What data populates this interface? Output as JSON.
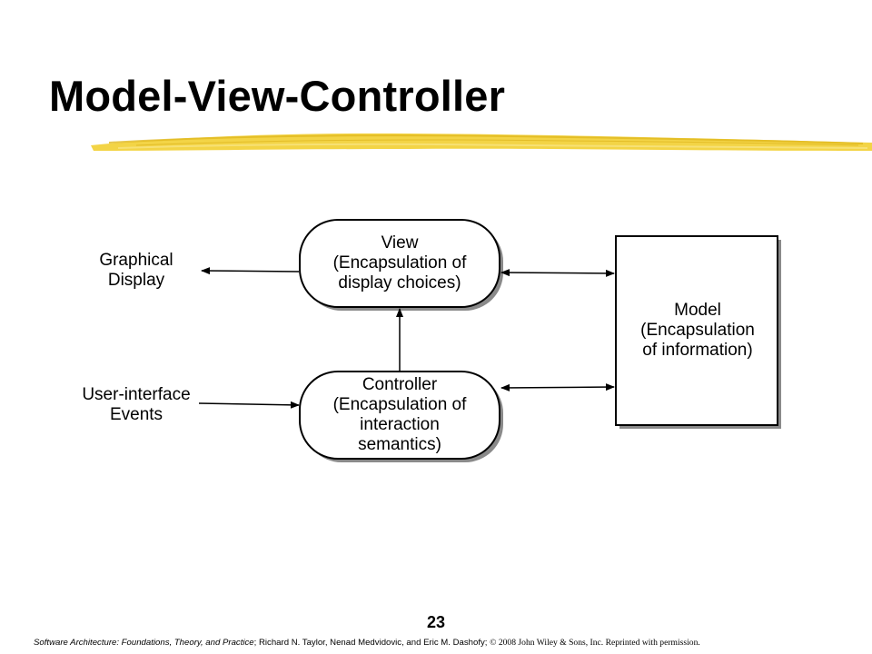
{
  "slide": {
    "title": "Model-View-Controller",
    "page_number": "23"
  },
  "diagram": {
    "nodes": {
      "view": {
        "lines": [
          "View",
          "(Encapsulation of",
          "display choices)"
        ]
      },
      "controller": {
        "lines": [
          "Controller",
          "(Encapsulation of",
          "interaction",
          "semantics)"
        ]
      },
      "model": {
        "lines": [
          "Model",
          "(Encapsulation",
          "of information)"
        ]
      }
    },
    "external": {
      "graphical_display": {
        "lines": [
          "Graphical",
          "Display"
        ]
      },
      "ui_events": {
        "lines": [
          "User-interface",
          "Events"
        ]
      }
    },
    "edges": [
      {
        "from": "view",
        "to": "graphical_display",
        "direction": "one-way"
      },
      {
        "from": "ui_events",
        "to": "controller",
        "direction": "one-way"
      },
      {
        "from": "controller",
        "to": "view",
        "direction": "one-way"
      },
      {
        "from": "view",
        "to": "model",
        "direction": "two-way"
      },
      {
        "from": "controller",
        "to": "model",
        "direction": "two-way"
      }
    ]
  },
  "footer": {
    "book_title": "Software Architecture: Foundations, Theory, and Practice",
    "authors": "; Richard N. Taylor, Nenad Medvidovic, and Eric M. Dashofy; ",
    "copyright": "© 2008 John Wiley & Sons, Inc. Reprinted with permission."
  },
  "colors": {
    "highlight": "#f2d23c",
    "highlight_dark": "#e0b81f",
    "shadow": "#8a8a8a"
  }
}
